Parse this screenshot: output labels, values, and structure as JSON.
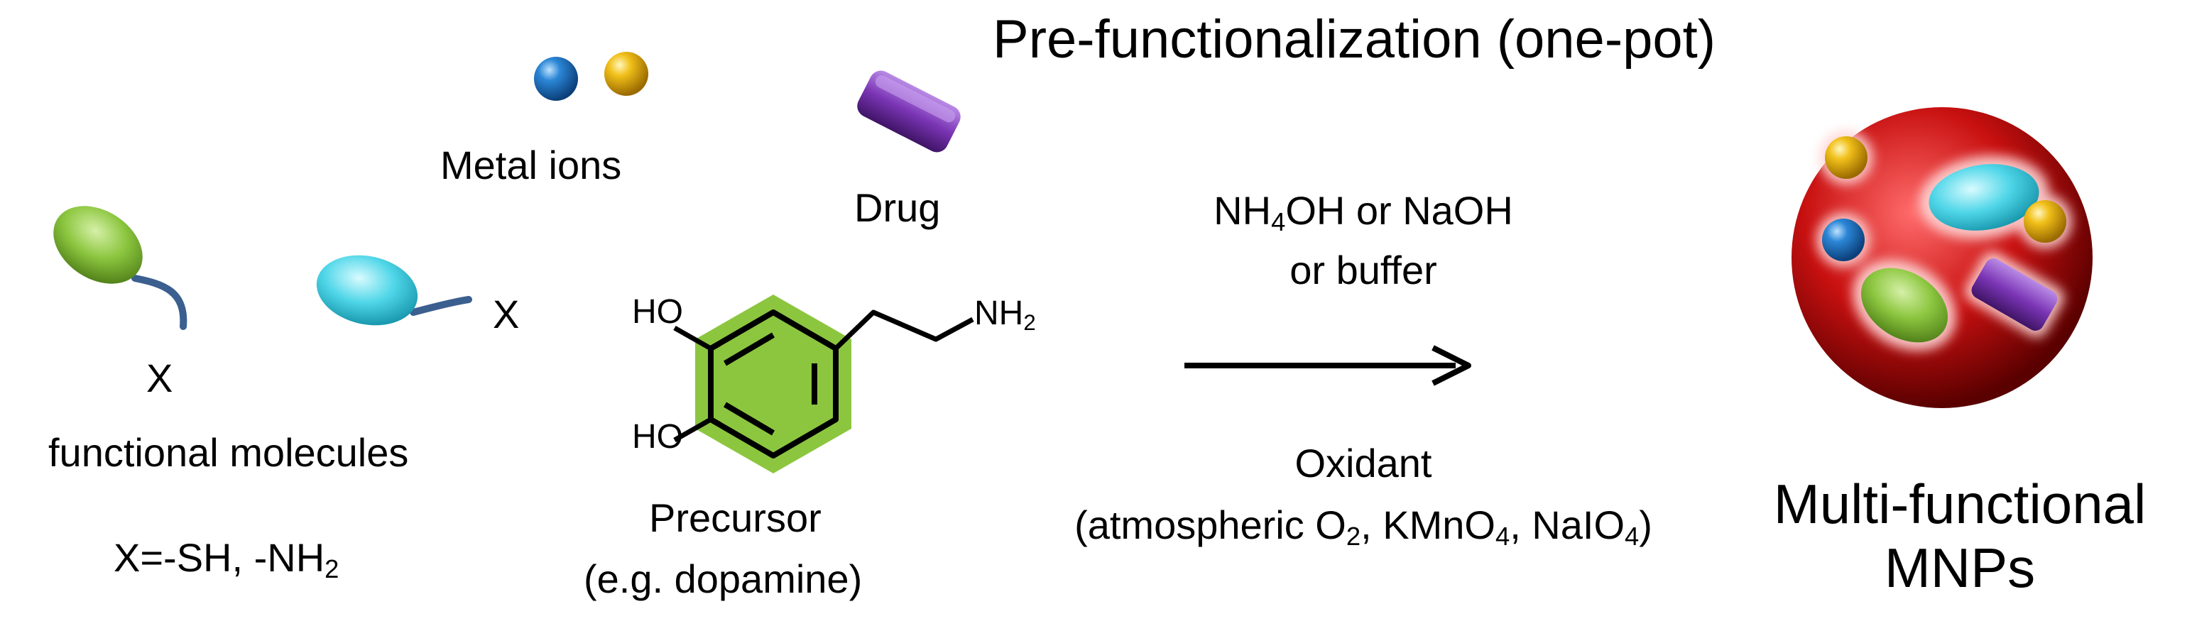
{
  "title": "Pre-functionalization (one-pot)",
  "metal_ions_label": "Metal ions",
  "drug_label": "Drug",
  "x_label_1": "X",
  "x_label_2": "X",
  "functional_molecules_label": "functional molecules",
  "x_definition": {
    "prefix": "X=-SH, -NH",
    "sub": "2"
  },
  "precursor": {
    "ho_top": "HO",
    "ho_bottom": "HO",
    "nh2_main": "NH",
    "nh2_sub": "2",
    "label": "Precursor",
    "example": "(e.g. dopamine)"
  },
  "conditions_top": {
    "line1_a": "NH",
    "line1_sub": "4",
    "line1_b": "OH or NaOH",
    "line2": "or buffer"
  },
  "conditions_bottom": {
    "line1": "Oxidant",
    "line2_a": "(atmospheric O",
    "line2_sub1": "2",
    "line2_b": ", KMnO",
    "line2_sub2": "4",
    "line2_c": ", NaIO",
    "line2_sub3": "4",
    "line2_d": ")"
  },
  "product": {
    "line1": "Multi-functional",
    "line2": "MNPs"
  },
  "colors": {
    "blue_ion": "#1f6fb8",
    "gold_ion": "#e8b100",
    "drug": "#7b35b5",
    "green_molecule": "#8cc63f",
    "cyan_molecule": "#4fd6e8",
    "tail": "#3b5f8f",
    "hexagon": "#8cc63f",
    "sphere": "#c81010"
  }
}
